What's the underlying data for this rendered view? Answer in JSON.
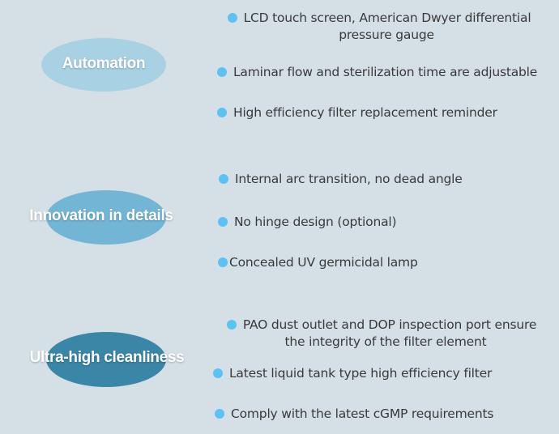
{
  "colors": {
    "background": "#d5dfe6",
    "bullet": "#5bc2f2",
    "ellipse_automation": "#a8d2e4",
    "ellipse_innovation": "#72b5d4",
    "ellipse_cleanliness": "#3a86a6",
    "text": "#3a3a3a"
  },
  "sections": [
    {
      "label": "Automation",
      "items": [
        {
          "line1": "LCD touch screen, American Dwyer differential",
          "line2": "pressure gauge"
        },
        {
          "line1": "Laminar flow and sterilization time are adjustable"
        },
        {
          "line1": "High efficiency filter replacement reminder"
        }
      ]
    },
    {
      "label": "Innovation in details",
      "items": [
        {
          "line1": "Internal arc transition, no dead angle"
        },
        {
          "line1": "No hinge design (optional)"
        },
        {
          "line1": "Concealed UV germicidal lamp"
        }
      ]
    },
    {
      "label": "Ultra-high cleanliness",
      "items": [
        {
          "line1": "PAO dust outlet and DOP inspection port ensure",
          "line2": "the integrity of the filter element"
        },
        {
          "line1": "Latest liquid tank type high efficiency filter"
        },
        {
          "line1": "Comply with the latest cGMP requirements"
        }
      ]
    }
  ]
}
